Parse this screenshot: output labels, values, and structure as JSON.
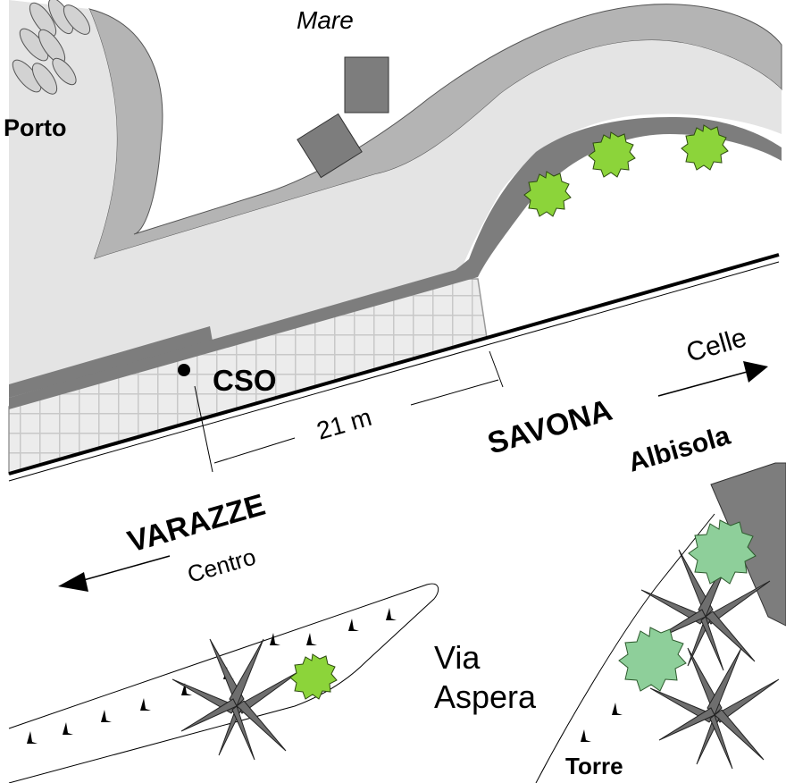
{
  "labels": {
    "sea": "Mare",
    "port": "Porto",
    "cso": "CSO",
    "distance": "21 m",
    "city_east": "SAVONA",
    "town_east": "Albisola",
    "dir_east": "Celle",
    "city_west": "VARAZZE",
    "dir_west": "Centro",
    "street_line1": "Via",
    "street_line2": "Aspera",
    "tower": "Torre"
  },
  "colors": {
    "sea_fill": "#e4e4e4",
    "quay_rim": "#b4b4b4",
    "dark_edge": "#7d7d7d",
    "paving": "#ececec",
    "paving_grid": "#c8c8c8",
    "bush_green": "#8cd43a",
    "bush_light": "#8ecf9a",
    "palm_gray": "#6e6e6e",
    "boats": "#d2d2d2"
  },
  "icons": [
    "boat-icon",
    "bush-icon",
    "palm-tree-icon",
    "shrub-icon",
    "arrow-right-icon",
    "arrow-left-icon",
    "point-marker-icon"
  ]
}
